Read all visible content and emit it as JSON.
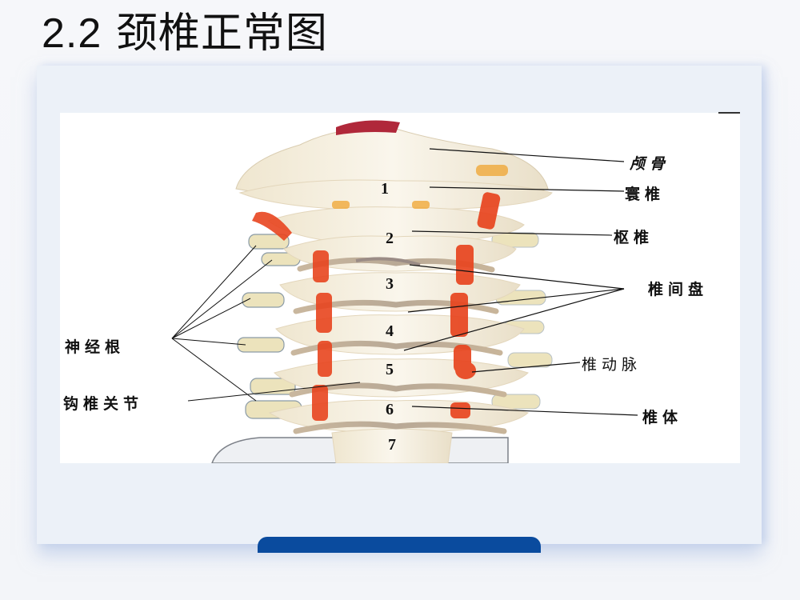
{
  "slide": {
    "title_number": "2.2",
    "title_text": "颈椎正常图"
  },
  "figure": {
    "description": "Cervical spine model, anterior view, with labelled anatomical structures",
    "labels_right": [
      "颅骨",
      "寰椎",
      "枢椎",
      "椎间盘",
      "椎动脉",
      "椎体"
    ],
    "labels_left": [
      "神经根",
      "钩椎关节"
    ],
    "vertebra_numbers": [
      "1",
      "2",
      "3",
      "4",
      "5",
      "6",
      "7"
    ]
  },
  "colors": {
    "accent": "#0a4b9e",
    "panel_bg": "#ecf1f8",
    "page_bg": "#f4f6fa",
    "artery_red": "#e8451f",
    "bone": "#f1ebdc"
  }
}
